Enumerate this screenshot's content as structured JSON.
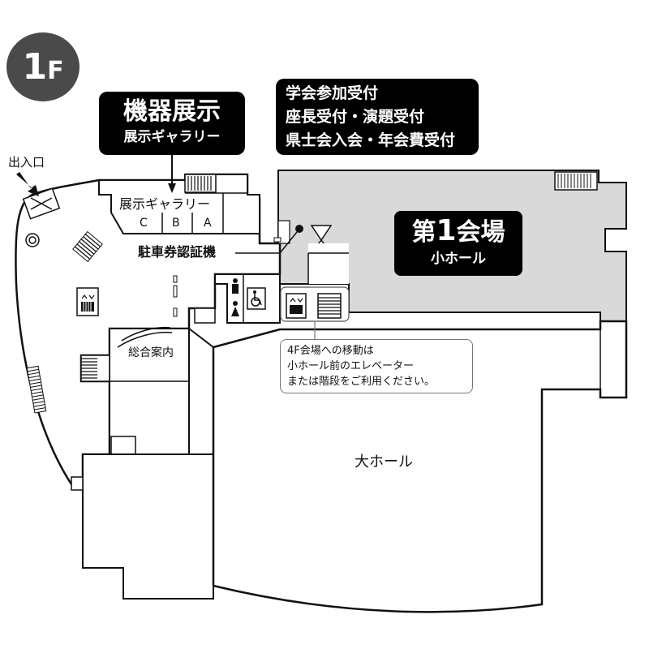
{
  "floor": {
    "number": "1",
    "letter": "F"
  },
  "exhibit_box": {
    "title": "機器展示",
    "subtitle": "展示ギャラリー"
  },
  "reception_box": {
    "lines": [
      "学会参加受付",
      "座長受付・演題受付",
      "県士会入会・年会費受付"
    ]
  },
  "hall1_box": {
    "title_prefix": "第",
    "title_num": "1",
    "title_suffix": "会場",
    "subtitle": "小ホール"
  },
  "labels": {
    "entrance": "出入口",
    "gallery": "展示ギャラリー",
    "room_c": "C",
    "room_b": "B",
    "room_a": "A",
    "parking": "駐車券認証機",
    "info": "総合案内",
    "big_hall": "大ホール"
  },
  "callout": {
    "lines": [
      "4F会場への移動は",
      "小ホール前のエレベーター",
      "または階段をご利用ください。"
    ]
  },
  "colors": {
    "hall_fill": "#d9d9d9",
    "badge": "#4a4a4a",
    "box": "#000000",
    "wall": "#111111"
  },
  "icons": [
    "entrance-arrow-icon",
    "door-icon",
    "elevator-icon",
    "stairs-icon",
    "restroom-male-icon",
    "restroom-female-icon",
    "wheelchair-icon",
    "parking-machine-icon"
  ]
}
